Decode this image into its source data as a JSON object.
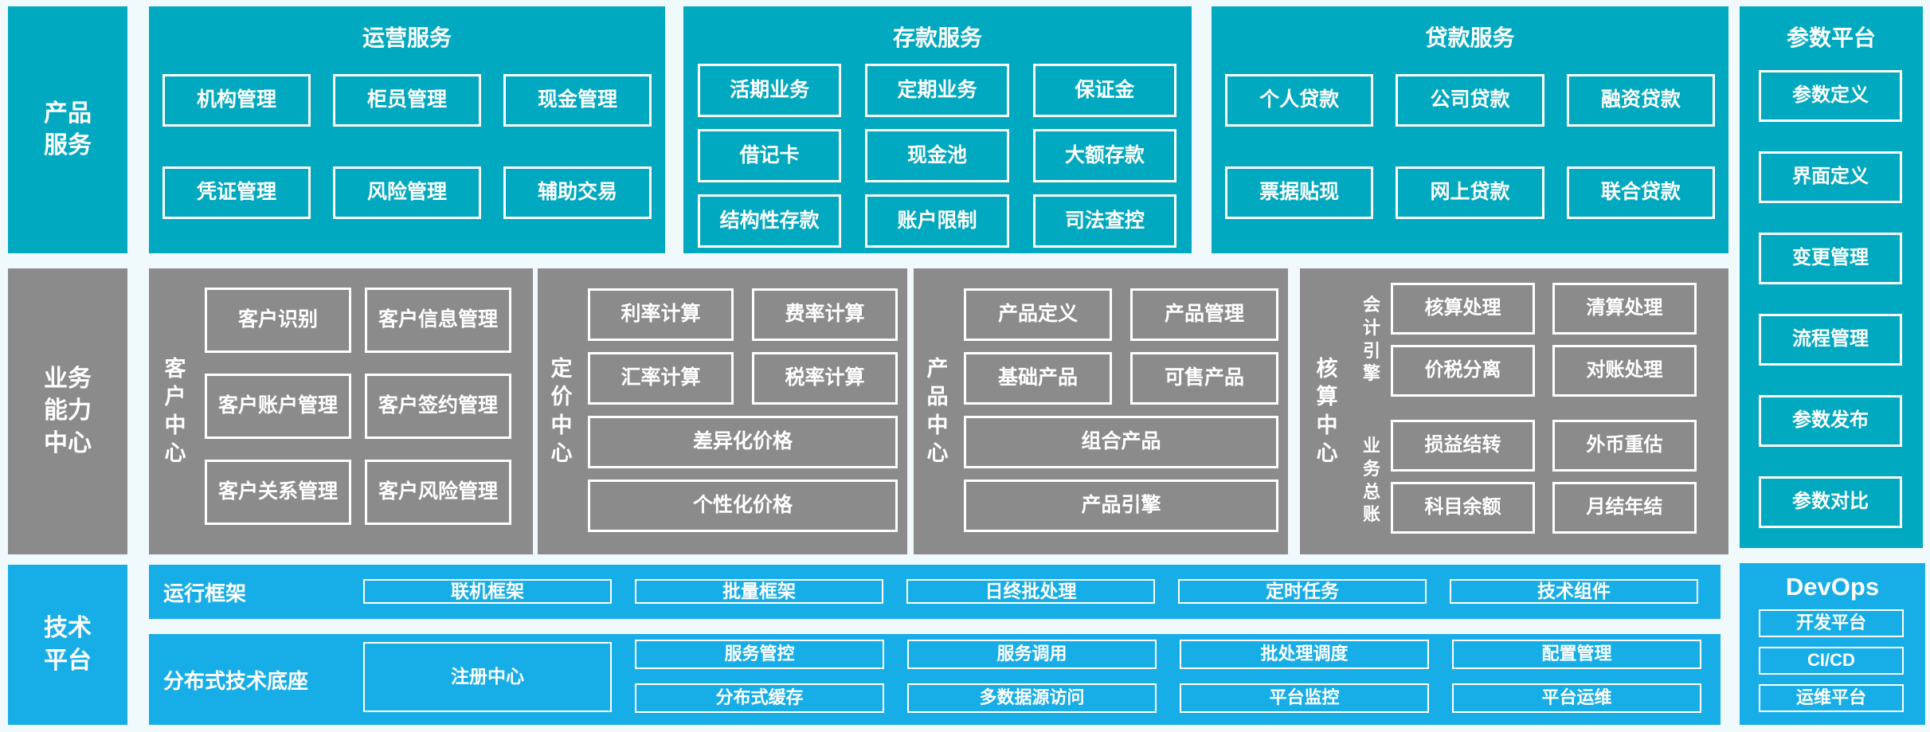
{
  "colors": {
    "teal": "#00A9BF",
    "gray": "#8B8B8B",
    "blue": "#17AEE7",
    "background": "#F0F9FC",
    "box_border": "#FFFFFF",
    "text": "#FFFFFF"
  },
  "rails": {
    "products": "产品服务",
    "business": "业务能力中心",
    "tech": "技术平台"
  },
  "sections": {
    "ops": {
      "title": "运营服务",
      "items": [
        "机构管理",
        "柜员管理",
        "现金管理",
        "凭证管理",
        "风险管理",
        "辅助交易"
      ]
    },
    "deposit": {
      "title": "存款服务",
      "items": [
        "活期业务",
        "定期业务",
        "保证金",
        "借记卡",
        "现金池",
        "大额存款",
        "结构性存款",
        "账户限制",
        "司法查控"
      ]
    },
    "loan": {
      "title": "贷款服务",
      "items": [
        "个人贷款",
        "公司贷款",
        "融资贷款",
        "票据贴现",
        "网上贷款",
        "联合贷款"
      ]
    }
  },
  "param": {
    "title": "参数平台",
    "items": [
      "参数定义",
      "界面定义",
      "变更管理",
      "流程管理",
      "参数发布",
      "参数对比"
    ]
  },
  "centers": {
    "customer": {
      "label": "客户中心",
      "items": [
        "客户识别",
        "客户信息管理",
        "客户账户管理",
        "客户签约管理",
        "客户关系管理",
        "客户风险管理"
      ]
    },
    "pricing": {
      "label": "定价中心",
      "items": [
        "利率计算",
        "费率计算",
        "汇率计算",
        "税率计算"
      ],
      "wide": [
        "差异化价格",
        "个性化价格"
      ]
    },
    "product": {
      "label": "产品中心",
      "items": [
        "产品定义",
        "产品管理",
        "基础产品",
        "可售产品"
      ],
      "wide": [
        "组合产品",
        "产品引擎"
      ]
    },
    "accounting": {
      "label": "核算中心",
      "groups": [
        {
          "label": "会计引擎",
          "items": [
            "核算处理",
            "清算处理",
            "价税分离",
            "对账处理"
          ]
        },
        {
          "label": "业务总账",
          "items": [
            "损益结转",
            "外币重估",
            "科目余额",
            "月结年结"
          ]
        }
      ]
    }
  },
  "tech": {
    "bar1": {
      "label": "运行框架",
      "items": [
        "联机框架",
        "批量框架",
        "日终批处理",
        "定时任务",
        "技术组件"
      ]
    },
    "bar2": {
      "label": "分布式技术底座",
      "registry": "注册中心",
      "row1": [
        "服务管控",
        "服务调用",
        "批处理调度",
        "配置管理"
      ],
      "row2": [
        "分布式缓存",
        "多数据源访问",
        "平台监控",
        "平台运维"
      ]
    }
  },
  "devops": {
    "title": "DevOps",
    "items": [
      "开发平台",
      "CI/CD",
      "运维平台"
    ]
  }
}
